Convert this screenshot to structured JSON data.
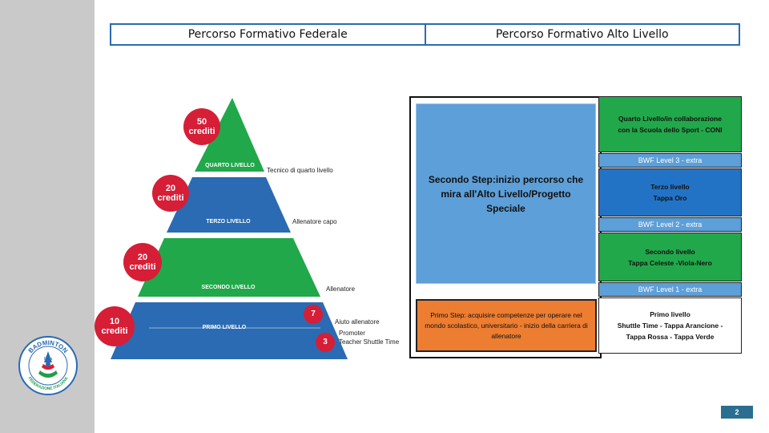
{
  "header": {
    "left": "Percorso Formativo Federale",
    "right": "Percorso Formativo Alto Livello"
  },
  "logo": {
    "top_text": "BADMINTON",
    "bottom_text": "FEDERAZIONE ITALIANA",
    "small_text": "FIBa",
    "colors": {
      "blue": "#2a6bb3",
      "green": "#1f9e4a",
      "red": "#d61e37"
    }
  },
  "pyramid": {
    "tiers": [
      {
        "label": "QUARTO LIVELLO",
        "role": "Tecnico di quarto livello",
        "credits": "50",
        "credits_unit": "crediti",
        "color": "#21a84a"
      },
      {
        "label": "TERZO LIVELLO",
        "role": "Allenatore capo",
        "credits": "20",
        "credits_unit": "crediti",
        "color": "#2a6bb3"
      },
      {
        "label": "SECONDO LIVELLO",
        "role": "Allenatore",
        "credits": "20",
        "credits_unit": "crediti",
        "color": "#21a84a"
      },
      {
        "label": "PRIMO LIVELLO",
        "role": "",
        "credits": "10",
        "credits_unit": "crediti",
        "color": "#2a6bb3"
      }
    ],
    "sub_roles": [
      {
        "value": "7",
        "label": "Aiuto allenatore"
      },
      {
        "value": "3",
        "label_line1": "Promoter",
        "label_line2": "Teacher Shuttle Time"
      }
    ]
  },
  "alto_livello": {
    "second_step": "Secondo Step:inizio percorso che mira all'Alto Livello/Progetto Speciale",
    "first_step": "Primo Step: acquisire competenze per operare nel mondo scolastico, universitario - inizio della carriera di allenatore",
    "quarto": {
      "line1": "Quarto Livello/in collaborazione",
      "line2": "con la Scuola dello Sport - CONI"
    },
    "bwf3": "BWF Level 3 - extra",
    "terzo": {
      "line1": "Terzo livello",
      "line2": "Tappa Oro"
    },
    "bwf2": "BWF Level 2 - extra",
    "secondo": {
      "line1": "Secondo livello",
      "line2": "Tappa Celeste -Viola-Nero"
    },
    "bwf1": "BWF Level 1 - extra",
    "primo": {
      "line1": "Primo livello",
      "line2": "Shuttle Time - Tappa Arancione -",
      "line3": "Tappa Rossa - Tappa Verde"
    }
  },
  "page_number": "2"
}
